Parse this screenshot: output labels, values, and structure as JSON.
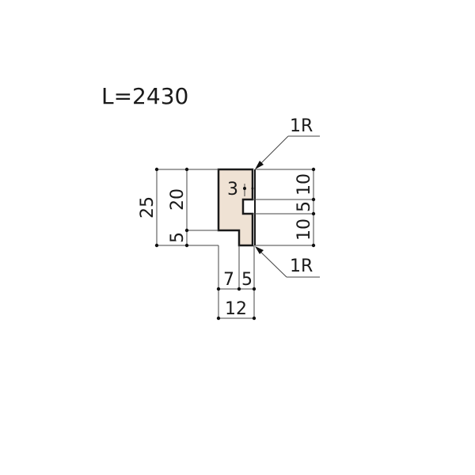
{
  "title": "L=2430",
  "profile": {
    "fill_color": "#efe2d4",
    "edge_color": "#1a1a1a"
  },
  "callouts": {
    "top_radius": "1R",
    "bottom_radius": "1R"
  },
  "dimensions": {
    "total_height": "25",
    "upper_height": "20",
    "lower_step": "5",
    "right_top": "10",
    "groove_width": "5",
    "right_bottom": "10",
    "groove_depth": "3",
    "bottom_left": "7",
    "bottom_right": "5",
    "total_width": "12"
  }
}
